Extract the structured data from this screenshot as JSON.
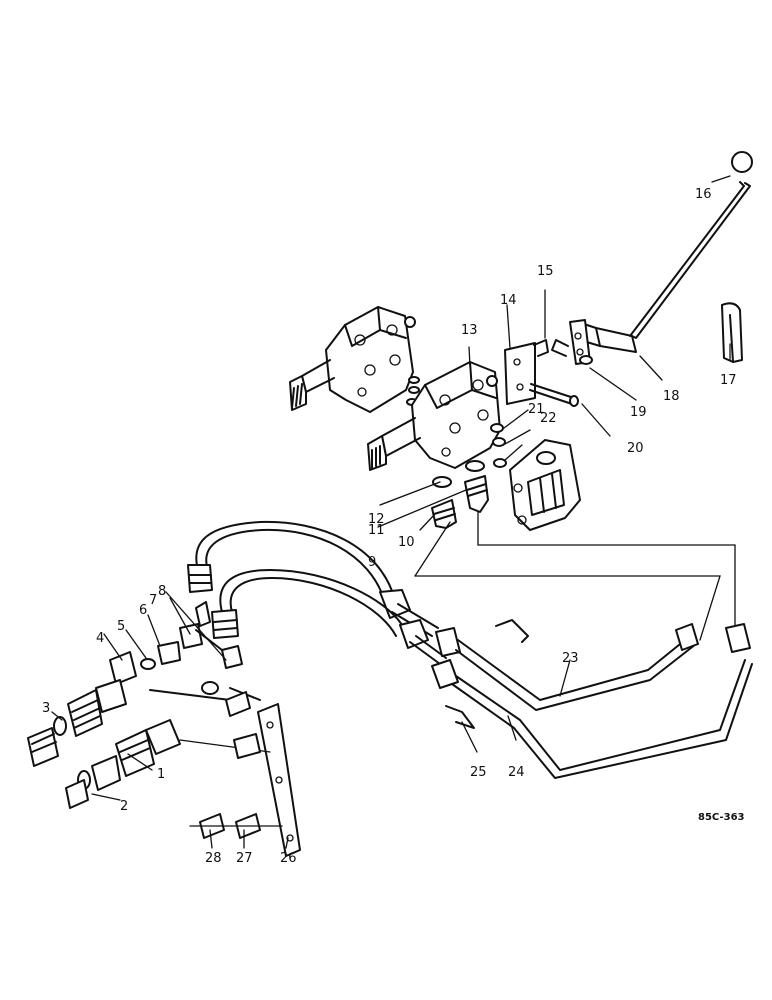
{
  "labels": {
    "l1": "1",
    "l2": "2",
    "l3": "3",
    "l4": "4",
    "l5": "5",
    "l6": "6",
    "l7": "7",
    "l8": "8",
    "l9": "9",
    "l10": "10",
    "l11": "11",
    "l12": "12",
    "l13": "13",
    "l14": "14",
    "l15": "15",
    "l16": "16",
    "l17": "17",
    "l18": "18",
    "l19": "19",
    "l20": "20",
    "l21": "21",
    "l22": "22",
    "l23": "23",
    "l24": "24",
    "l25": "25",
    "l26": "26",
    "l27": "27",
    "l28": "28"
  },
  "drawing_code": "85C-363"
}
